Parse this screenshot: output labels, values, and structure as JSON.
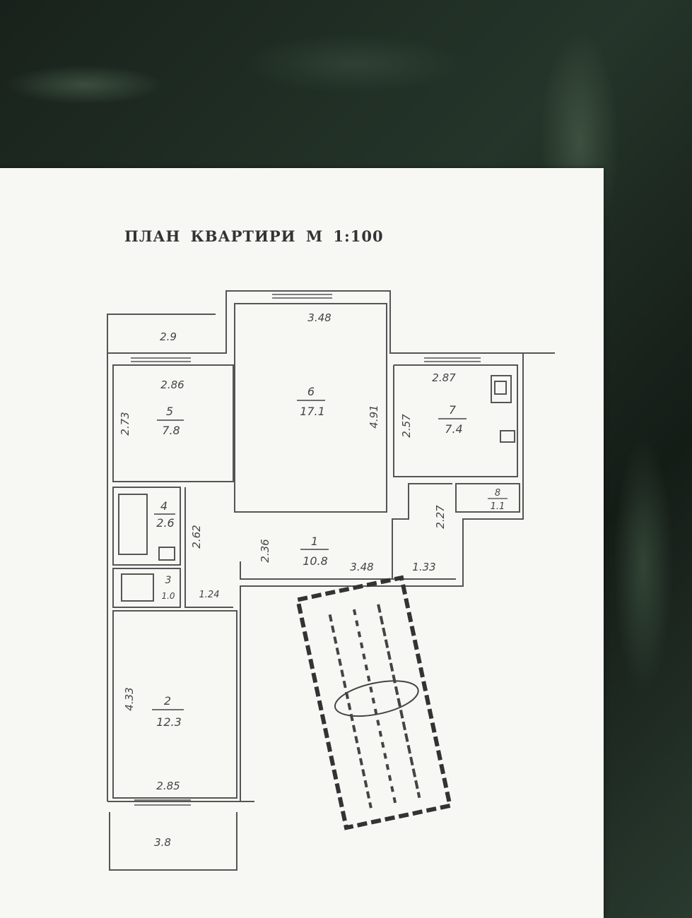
{
  "document": {
    "title": "ПЛАН  КВАРТИРИ М 1:100"
  },
  "rooms": [
    {
      "number": "1",
      "area": "10.8"
    },
    {
      "number": "2",
      "area": "12.3"
    },
    {
      "number": "3",
      "area": "1.0"
    },
    {
      "number": "4",
      "area": "2.6"
    },
    {
      "number": "5",
      "area": "7.8"
    },
    {
      "number": "6",
      "area": "17.1"
    },
    {
      "number": "7",
      "area": "7.4"
    },
    {
      "number": "8",
      "area": "1.1"
    }
  ],
  "dimensions": {
    "balcony_top": "2.9",
    "room5_width": "2.86",
    "room5_height": "2.73",
    "room6_width": "3.48",
    "room6_height": "4.91",
    "room7_width": "2.87",
    "room7_height": "2.57",
    "room8_height": "2.27",
    "bath_height": "2.62",
    "wc_width": "1.24",
    "hall_height": "2.36",
    "hall_width": "3.48",
    "corridor_width": "1.33",
    "room2_height": "4.33",
    "room2_width": "2.85",
    "balcony_bottom": "3.8"
  }
}
